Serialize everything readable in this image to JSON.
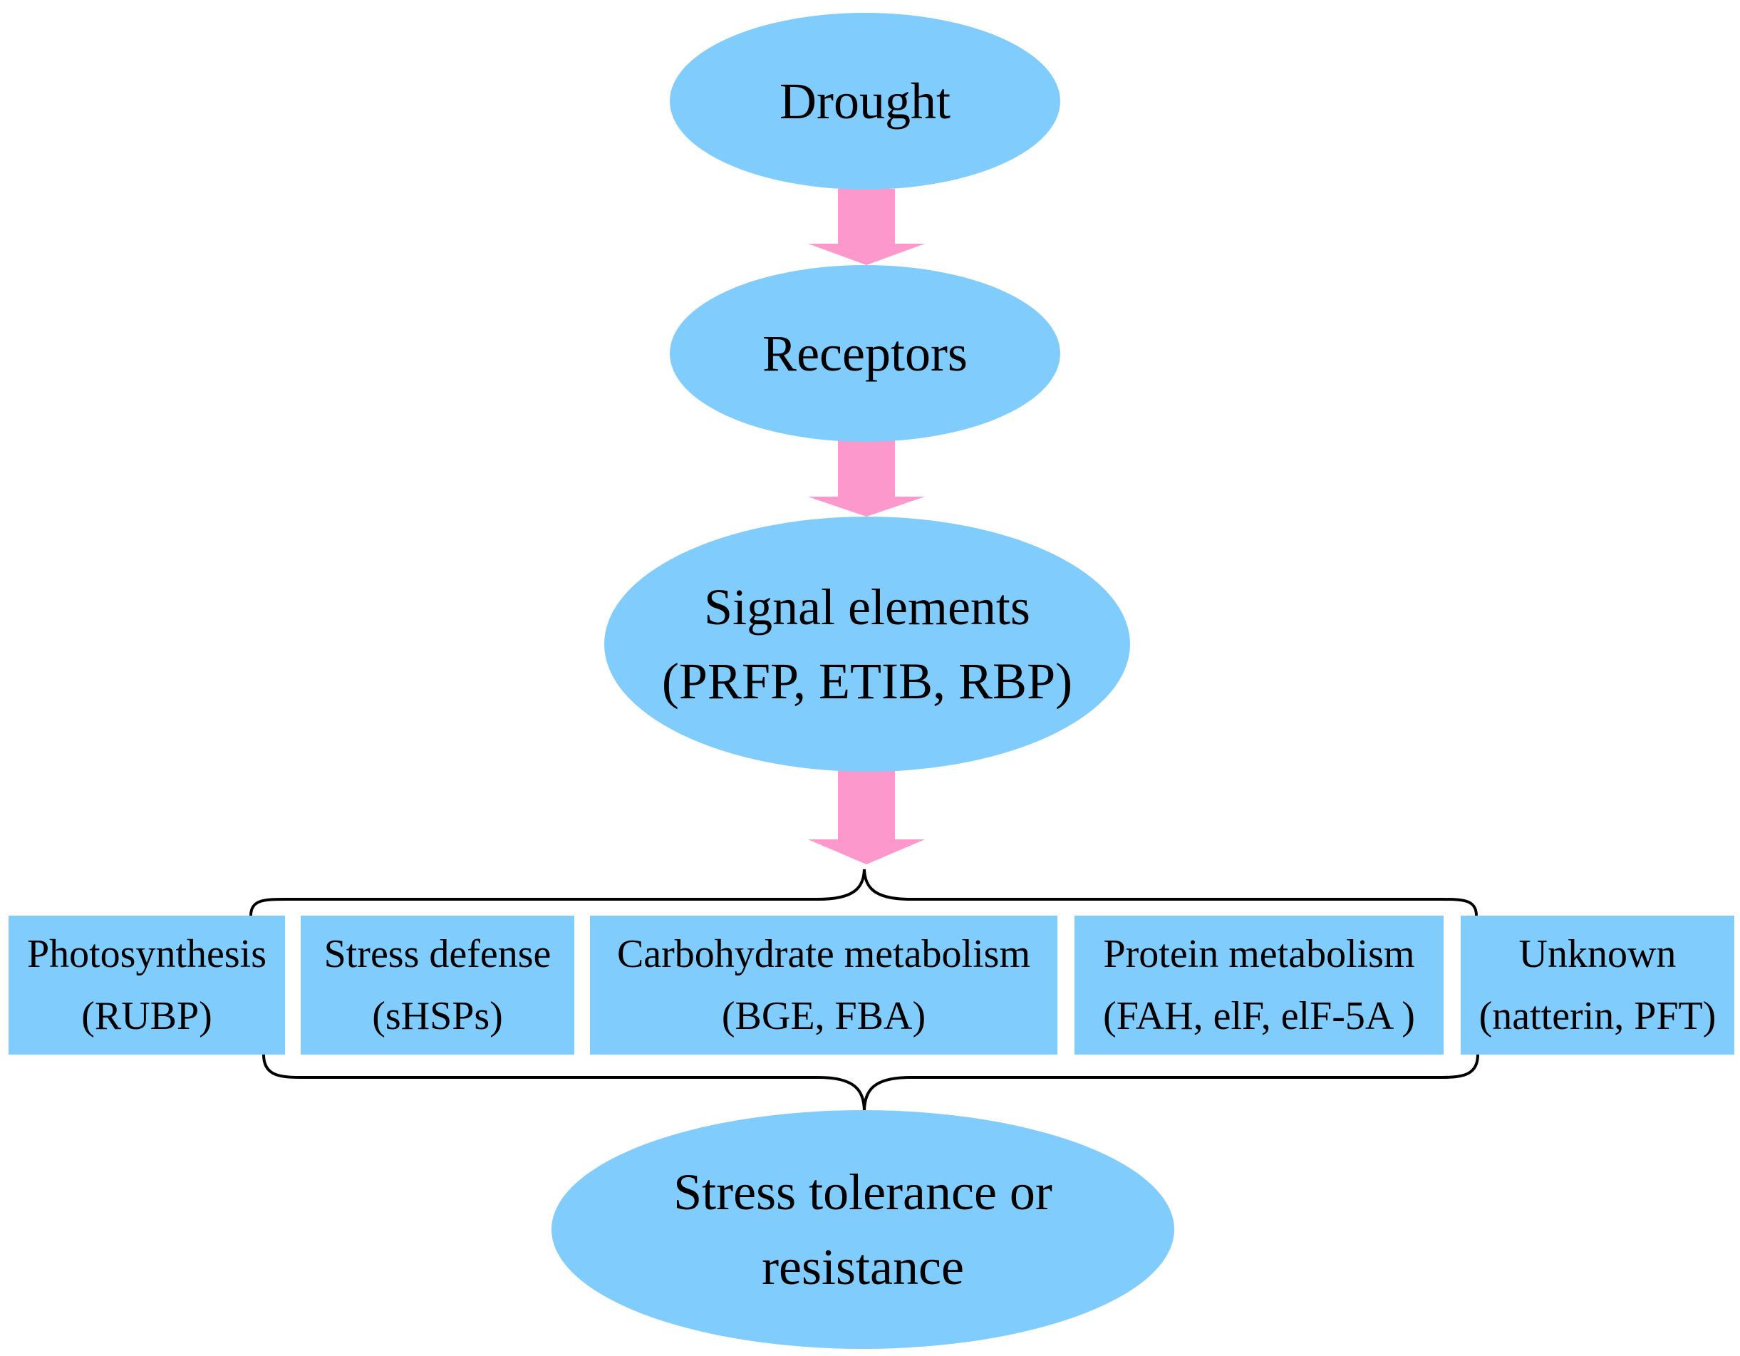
{
  "colors": {
    "node_fill": "#80ccfd",
    "arrow_fill": "#fc98cb",
    "brace_stroke": "#000000"
  },
  "nodes": {
    "drought": {
      "label": "Drought"
    },
    "receptors": {
      "label": "Receptors"
    },
    "signal": {
      "line1": "Signal elements",
      "line2": "(PRFP, ETIB, RBP)"
    },
    "outcome": {
      "line1": "Stress tolerance or",
      "line2": "resistance"
    }
  },
  "categories": [
    {
      "title": "Photosynthesis",
      "detail": "(RUBP)"
    },
    {
      "title": "Stress defense",
      "detail": "(sHSPs)"
    },
    {
      "title": "Carbohydrate metabolism",
      "detail": "(BGE, FBA)"
    },
    {
      "title": "Protein metabolism",
      "detail": "(FAH, elF, elF-5A )"
    },
    {
      "title": "Unknown",
      "detail": "(natterin, PFT)"
    }
  ]
}
